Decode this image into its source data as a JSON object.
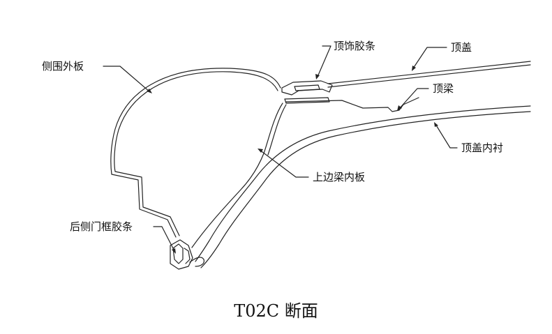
{
  "diagram": {
    "caption": "T02C 断面",
    "labels": {
      "side_outer_panel": "侧围外板",
      "roof_molding": "顶饰胶条",
      "roof": "顶盖",
      "roof_beam": "顶梁",
      "headliner": "顶盖内衬",
      "upper_rail_inner": "上边梁内板",
      "rear_door_seal": "后侧门框胶条"
    },
    "colors": {
      "line": "#222222",
      "background": "#ffffff"
    }
  }
}
